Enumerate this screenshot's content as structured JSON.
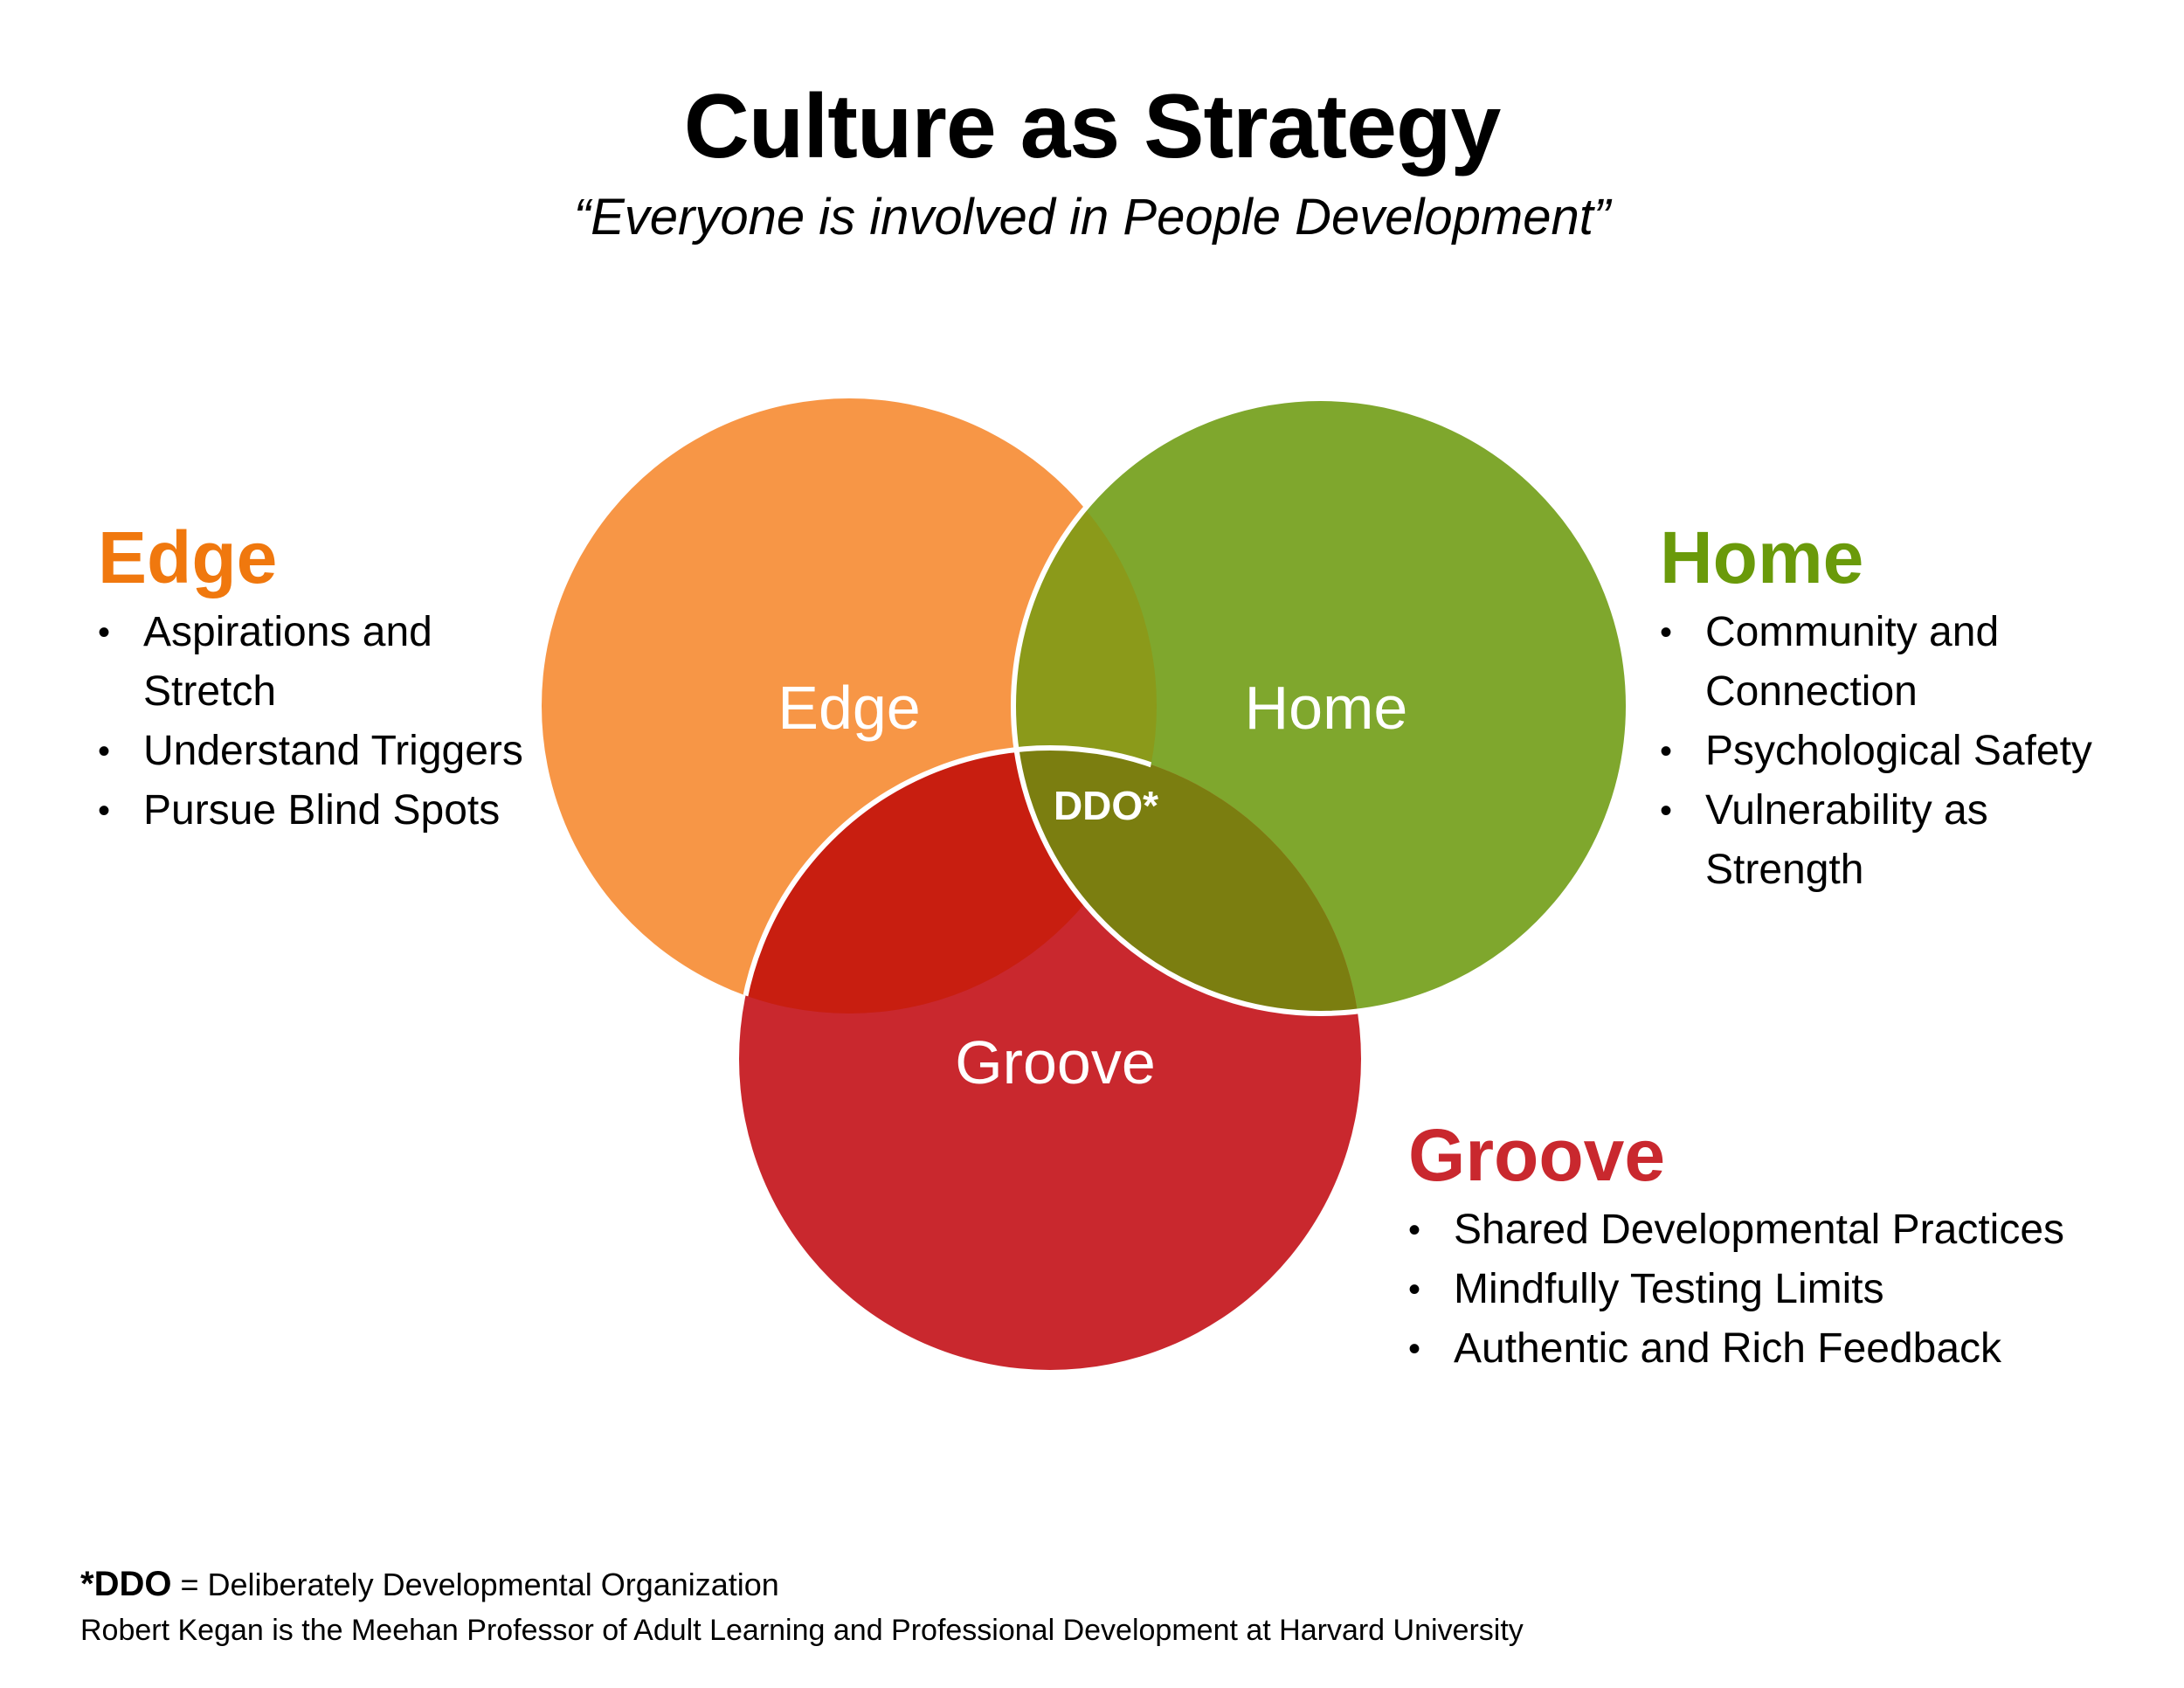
{
  "header": {
    "title": "Culture as Strategy",
    "subtitle": "“Everyone is involved in People Development”"
  },
  "venn": {
    "circles": [
      {
        "label": "Edge",
        "color": "#F79646"
      },
      {
        "label": "Home",
        "color": "#7FA72D"
      },
      {
        "label": "Groove",
        "color": "#C9282E"
      }
    ],
    "center_label": "DDO*",
    "intersection_colors": {
      "edge_home": "#8B9A1A",
      "edge_groove": "#C81E10",
      "home_groove": "#7B7E10"
    }
  },
  "sections": {
    "edge": {
      "heading": "Edge",
      "color": "#F0780E",
      "items": [
        "Aspirations and Stretch",
        "Understand Triggers",
        "Pursue Blind Spots"
      ]
    },
    "home": {
      "heading": "Home",
      "color": "#6A9A0A",
      "items": [
        "Community and Connection",
        "Psychological Safety",
        "Vulnerability as Strength"
      ]
    },
    "groove": {
      "heading": "Groove",
      "color": "#C9282E",
      "items": [
        "Shared Developmental Practices",
        "Mindfully Testing Limits",
        "Authentic and Rich Feedback"
      ]
    }
  },
  "footer": {
    "ddo_term": "*DDO",
    "ddo_definition": " = Deliberately Developmental Organization",
    "credit": "Robert Kegan is the Meehan Professor of Adult Learning and Professional Development at Harvard University"
  }
}
